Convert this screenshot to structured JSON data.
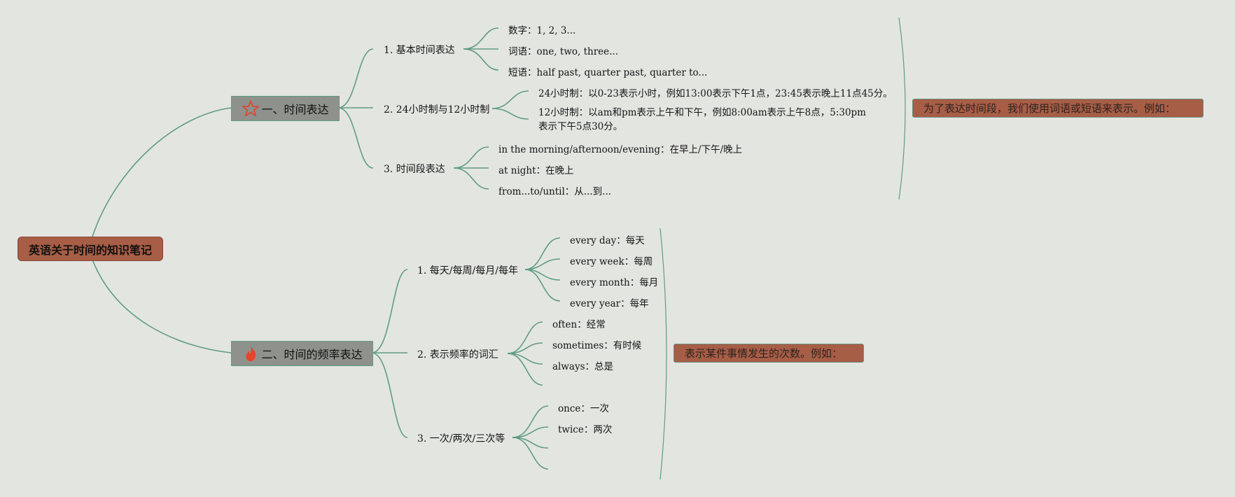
{
  "root": {
    "title": "英语关于时间的知识笔记"
  },
  "topics": [
    {
      "title": "一、时间表达",
      "icon": "star-icon",
      "summary": "为了表达时间段，我们使用词语或短语来表示。例如：",
      "subtopics": [
        {
          "title": "1. 基本时间表达",
          "items": [
            "数字：1, 2, 3...",
            "词语：one, two, three...",
            "短语：half past, quarter past, quarter to..."
          ]
        },
        {
          "title": "2. 24小时制与12小时制",
          "items": [
            "24小时制：以0-23表示小时，例如13:00表示下午1点，23:45表示晚上11点45分。",
            "12小时制：以am和pm表示上午和下午，例如8:00am表示上午8点，5:30pm表示下午5点30分。"
          ]
        },
        {
          "title": "3. 时间段表达",
          "items": [
            "in the morning/afternoon/evening：在早上/下午/晚上",
            "at night：在晚上",
            "from...to/until：从...到..."
          ]
        }
      ]
    },
    {
      "title": "二、时间的频率表达",
      "icon": "fire-icon",
      "summary": "表示某件事情发生的次数。例如：",
      "subtopics": [
        {
          "title": "1. 每天/每周/每月/每年",
          "items": [
            "every day：每天",
            "every week：每周",
            "every month：每月",
            "every year：每年"
          ]
        },
        {
          "title": "2. 表示频率的词汇",
          "items": [
            "often：经常",
            "sometimes：有时候",
            "always：总是"
          ]
        },
        {
          "title": "3. 一次/两次/三次等",
          "items": [
            "once：一次",
            "twice：两次"
          ]
        }
      ]
    }
  ],
  "colors": {
    "background": "#e3e5e1",
    "connector": "#5f9c84",
    "root_fill": "#a75d46",
    "topic_fill": "#8f928c",
    "summary_fill": "#a75d46",
    "star_icon": "#d94a3a",
    "fire_icon": "#e8432c"
  }
}
